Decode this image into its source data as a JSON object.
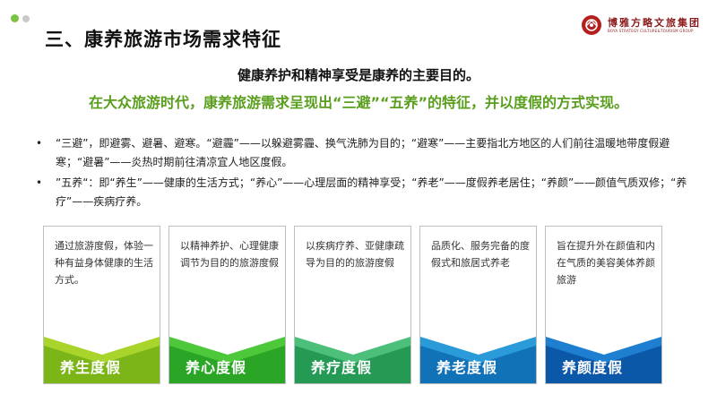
{
  "header": {
    "title": "三、康养旅游市场需求特征",
    "logo_cn": "博雅方略文旅集团",
    "logo_en": "BOYA STRATEGY CULTURE&TOURISM GROUP"
  },
  "subtitle_main": "健康养护和精神享受是康养的主要目的。",
  "subtitle_green": "在大众旅游时代，康养旅游需求呈现出“三避”“五养”的特征，并以度假的方式实现。",
  "bullets": [
    "“三避”，即避雾、避暑、避寒。“避霾”——以躲避雾霾、换气洗肺为目的；“避寒”——主要指北方地区的人们前往温暖地带度假避寒；“避暑”——炎热时期前往清凉宜人地区度假。",
    "”五养“：即“养生”——健康的生活方式；“养心”——心理层面的精神享受；“养老”——度假养老居住；“养颜”——颜值气质双修；“养疗”——疾病疗养。"
  ],
  "cards": [
    {
      "desc": "通过旅游度假，体验一种有益身体健康的生活方式。",
      "label": "养生度假",
      "color_light": "#a8d42c",
      "color_dark": "#7cb518"
    },
    {
      "desc": "以精神养护、心理健康调节为目的的旅游度假",
      "label": "养心度假",
      "color_light": "#4cc83a",
      "color_dark": "#2aa526"
    },
    {
      "desc": "以疾病疗养、亚健康疏导为目的的旅游度假",
      "label": "养疗度假",
      "color_light": "#4cc07a",
      "color_dark": "#259a55"
    },
    {
      "desc": "品质化、服务完备的度假式和旅居式养老",
      "label": "养老度假",
      "color_light": "#2a9ad8",
      "color_dark": "#1172b8"
    },
    {
      "desc": "旨在提升外在颜值和内在气质的美容美体养颜旅游",
      "label": "养颜度假",
      "color_light": "#1e7ed0",
      "color_dark": "#0b57a8"
    }
  ]
}
